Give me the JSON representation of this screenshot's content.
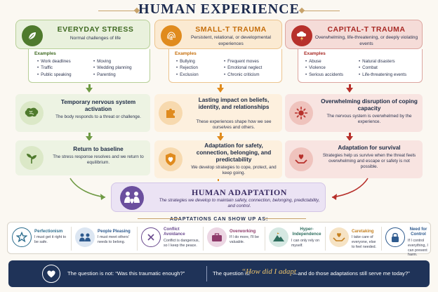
{
  "title": "HUMAN EXPERIENCE",
  "columns": [
    {
      "heading": "EVERYDAY STRESS",
      "subtitle": "Normal challenges of life",
      "examples_label": "Examples",
      "examples_left": [
        "Work deadlines",
        "Traffic",
        "Public speaking"
      ],
      "examples_right": [
        "Moving",
        "Wedding planning",
        "Parenting"
      ],
      "color": "#5f8c3a",
      "card1": {
        "title": "Temporary nervous system activation",
        "body": "The body responds to a threat or challenge."
      },
      "card2": {
        "title": "Return to baseline",
        "body": "The stress response resolves and we return to equilibrium."
      }
    },
    {
      "heading": "SMALL-T TRAUMA",
      "subtitle": "Persistent, relational, or developmental experiences",
      "examples_label": "Examples",
      "examples_left": [
        "Bullying",
        "Rejection",
        "Exclusion"
      ],
      "examples_right": [
        "Frequent moves",
        "Emotional neglect",
        "Chronic criticism"
      ],
      "color": "#e08b1e",
      "card1": {
        "title": "Lasting impact on beliefs, identity, and relationships",
        "body": "These experiences shape how we see ourselves and others."
      },
      "card2": {
        "title": "Adaptation for safety, connection, belonging, and predictability",
        "body": "We develop strategies to cope, protect, and keep going."
      }
    },
    {
      "heading": "CAPITAL-T TRAUMA",
      "subtitle": "Overwhelming, life-threatening, or deeply violating events",
      "examples_label": "Examples",
      "examples_left": [
        "Abuse",
        "Violence",
        "Serious accidents"
      ],
      "examples_right": [
        "Natural disasters",
        "Combat",
        "Life-threatening events"
      ],
      "color": "#b7302b",
      "card1": {
        "title": "Overwhelming disruption of coping capacity",
        "body": "The nervous system is overwhelmed by the experience."
      },
      "card2": {
        "title": "Adaptation for survival",
        "body": "Strategies help us survive when the threat feels overwhelming and escape or safety is not possible."
      }
    }
  ],
  "adaptation": {
    "heading": "HUMAN ADAPTATION",
    "subtitle": "The strategies we develop to maintain safety, connection, belonging, predictability, and control."
  },
  "show_up_title": "ADAPTATIONS CAN SHOW UP AS:",
  "strategies": [
    {
      "name": "Perfectionism",
      "desc": "I must get it right to be safe.",
      "icon": "star-icon",
      "color": "#2e6e8e"
    },
    {
      "name": "People Pleasing",
      "desc": "I must meet others' needs to belong.",
      "icon": "people-icon",
      "color": "#2e5a8e"
    },
    {
      "name": "Conflict Avoidance",
      "desc": "Conflict is dangerous, so I keep the peace.",
      "icon": "x-circle-icon",
      "color": "#6a4a8e"
    },
    {
      "name": "Overworking",
      "desc": "If I do more, I'll be valuable.",
      "icon": "briefcase-icon",
      "color": "#8e3a6a"
    },
    {
      "name": "Hyper-Independence",
      "desc": "I can only rely on myself.",
      "icon": "mountain-icon",
      "color": "#2e6e5e"
    },
    {
      "name": "Caretaking",
      "desc": "I take care of everyone, else to feel needed.",
      "icon": "hands-heart-icon",
      "color": "#c6801e"
    },
    {
      "name": "Need for Control",
      "desc": "If I control everything, I can prevent harm.",
      "icon": "lock-icon",
      "color": "#2e5a8e"
    }
  ],
  "banner": {
    "q1": "The question is not: “Was this traumatic enough?”",
    "q2": "The question is:",
    "q3": "“How did I adapt",
    "q4": "—and do those adaptations still serve me today?”"
  }
}
